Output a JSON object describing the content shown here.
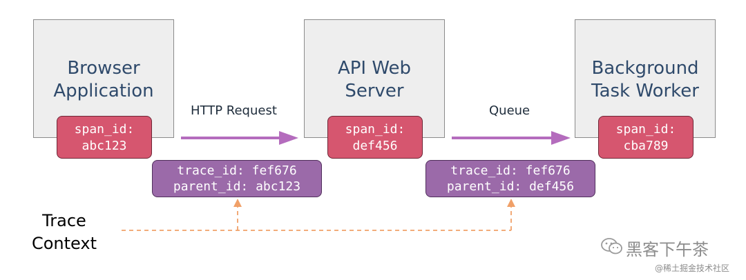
{
  "services": [
    {
      "title": "Browser\nApplication",
      "span": "span_id:\nabc123"
    },
    {
      "title": "API Web\nServer",
      "span": "span_id:\ndef456"
    },
    {
      "title": "Background\nTask Worker",
      "span": "span_id:\ncba789"
    }
  ],
  "edges": [
    {
      "label": "HTTP Request"
    },
    {
      "label": "Queue"
    }
  ],
  "contexts": [
    {
      "text": "trace_id: fef676\nparent_id: abc123"
    },
    {
      "text": "trace_id: fef676\nparent_id: def456"
    }
  ],
  "trace_context_label": "Trace\nContext",
  "watermark": {
    "name": "黑客下午茶",
    "site": "@稀土掘金技术社区"
  },
  "colors": {
    "service_fill": "#eeeeee",
    "service_text": "#2f4a6b",
    "span_fill": "#d6566f",
    "context_fill": "#9b6aa9",
    "arrow": "#b46cbd",
    "trace_dashed": "#f0a068"
  },
  "icons": {
    "watermark_logo": "wechat-icon"
  }
}
